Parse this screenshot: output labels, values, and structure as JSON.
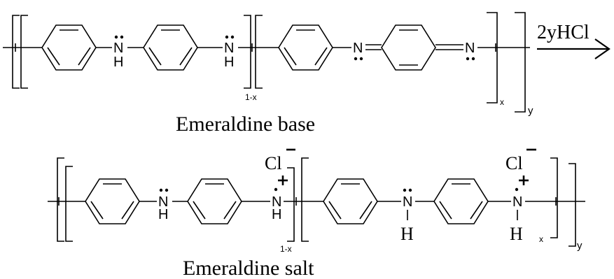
{
  "reaction": {
    "reagent": "2yHCl"
  },
  "base": {
    "caption": "Emeraldine base",
    "amine_atom": "N",
    "amine_h": "H",
    "imine_atom": "N",
    "sub_1x": "1-x",
    "sub_x": "x",
    "sub_y": "y"
  },
  "salt": {
    "caption": "Emeraldine salt",
    "amine_atom": "N",
    "amine_h": "H",
    "counterion": "Cl",
    "nh_h": "H",
    "sub_1x": "1-x",
    "sub_x": "x",
    "sub_y": "y"
  }
}
